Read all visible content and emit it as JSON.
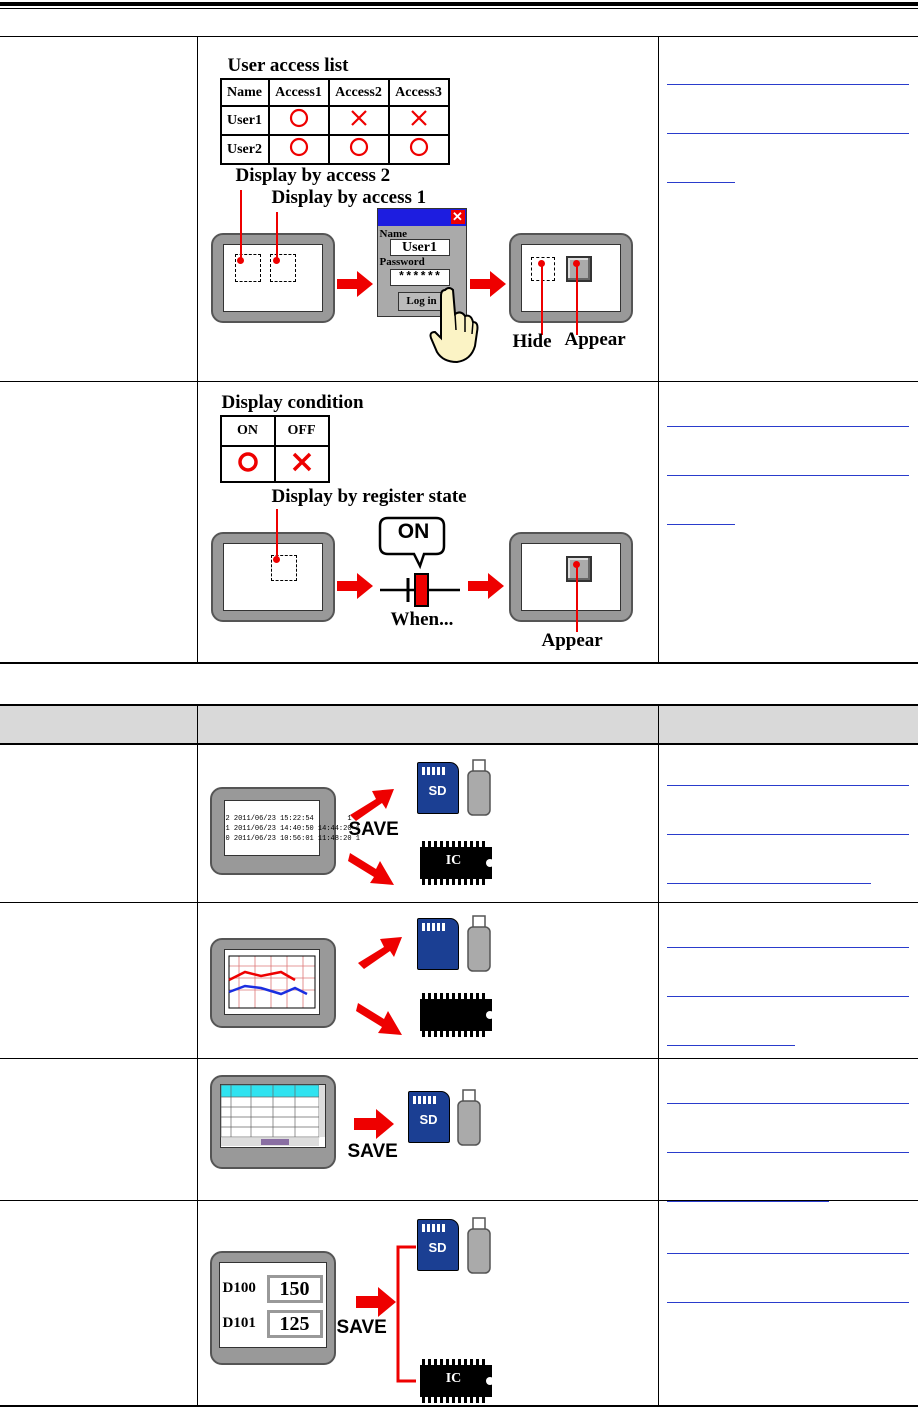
{
  "section1": {
    "access_list_title": "User access list",
    "access_table": {
      "headers": [
        "Name",
        "Access1",
        "Access2",
        "Access3"
      ],
      "rows": [
        {
          "name": "User1",
          "marks": [
            "circle",
            "cross",
            "cross"
          ]
        },
        {
          "name": "User2",
          "marks": [
            "circle",
            "circle",
            "circle"
          ]
        }
      ]
    },
    "display_by_access_2": "Display by access 2",
    "display_by_access_1": "Display by access 1",
    "login_dialog": {
      "name_label": "Name",
      "name_value": "User1",
      "password_label": "Password",
      "password_value": "******",
      "login_button": "Log in"
    },
    "hide_label": "Hide",
    "appear_label": "Appear"
  },
  "section2": {
    "display_condition_title": "Display condition",
    "condition_table": {
      "headers": [
        "ON",
        "OFF"
      ],
      "marks": [
        "circle",
        "cross"
      ]
    },
    "display_by_register_state": "Display by register state",
    "on_bubble": "ON",
    "when_label": "When...",
    "appear_label": "Appear"
  },
  "section3": {
    "history_lines": [
      "2 2011/06/23 15:22:54        1",
      "1 2011/06/23 14:40:50 14:44:20 1",
      "0 2011/06/23 10:56:01 11:48:20 1"
    ],
    "save_label": "SAVE",
    "sd_label": "SD",
    "ic_label": "IC"
  },
  "section4": {},
  "section5": {
    "save_label": "SAVE",
    "sd_label": "SD"
  },
  "section6": {
    "registers": [
      {
        "name": "D100",
        "value": "150"
      },
      {
        "name": "D101",
        "value": "125"
      }
    ],
    "save_label": "SAVE",
    "sd_label": "SD",
    "ic_label": "IC"
  },
  "colors": {
    "accent_red": "#e00000",
    "sd_blue": "#1b3f93",
    "link_blue": "#2a3ccc",
    "header_gray": "#d9d9d9"
  }
}
